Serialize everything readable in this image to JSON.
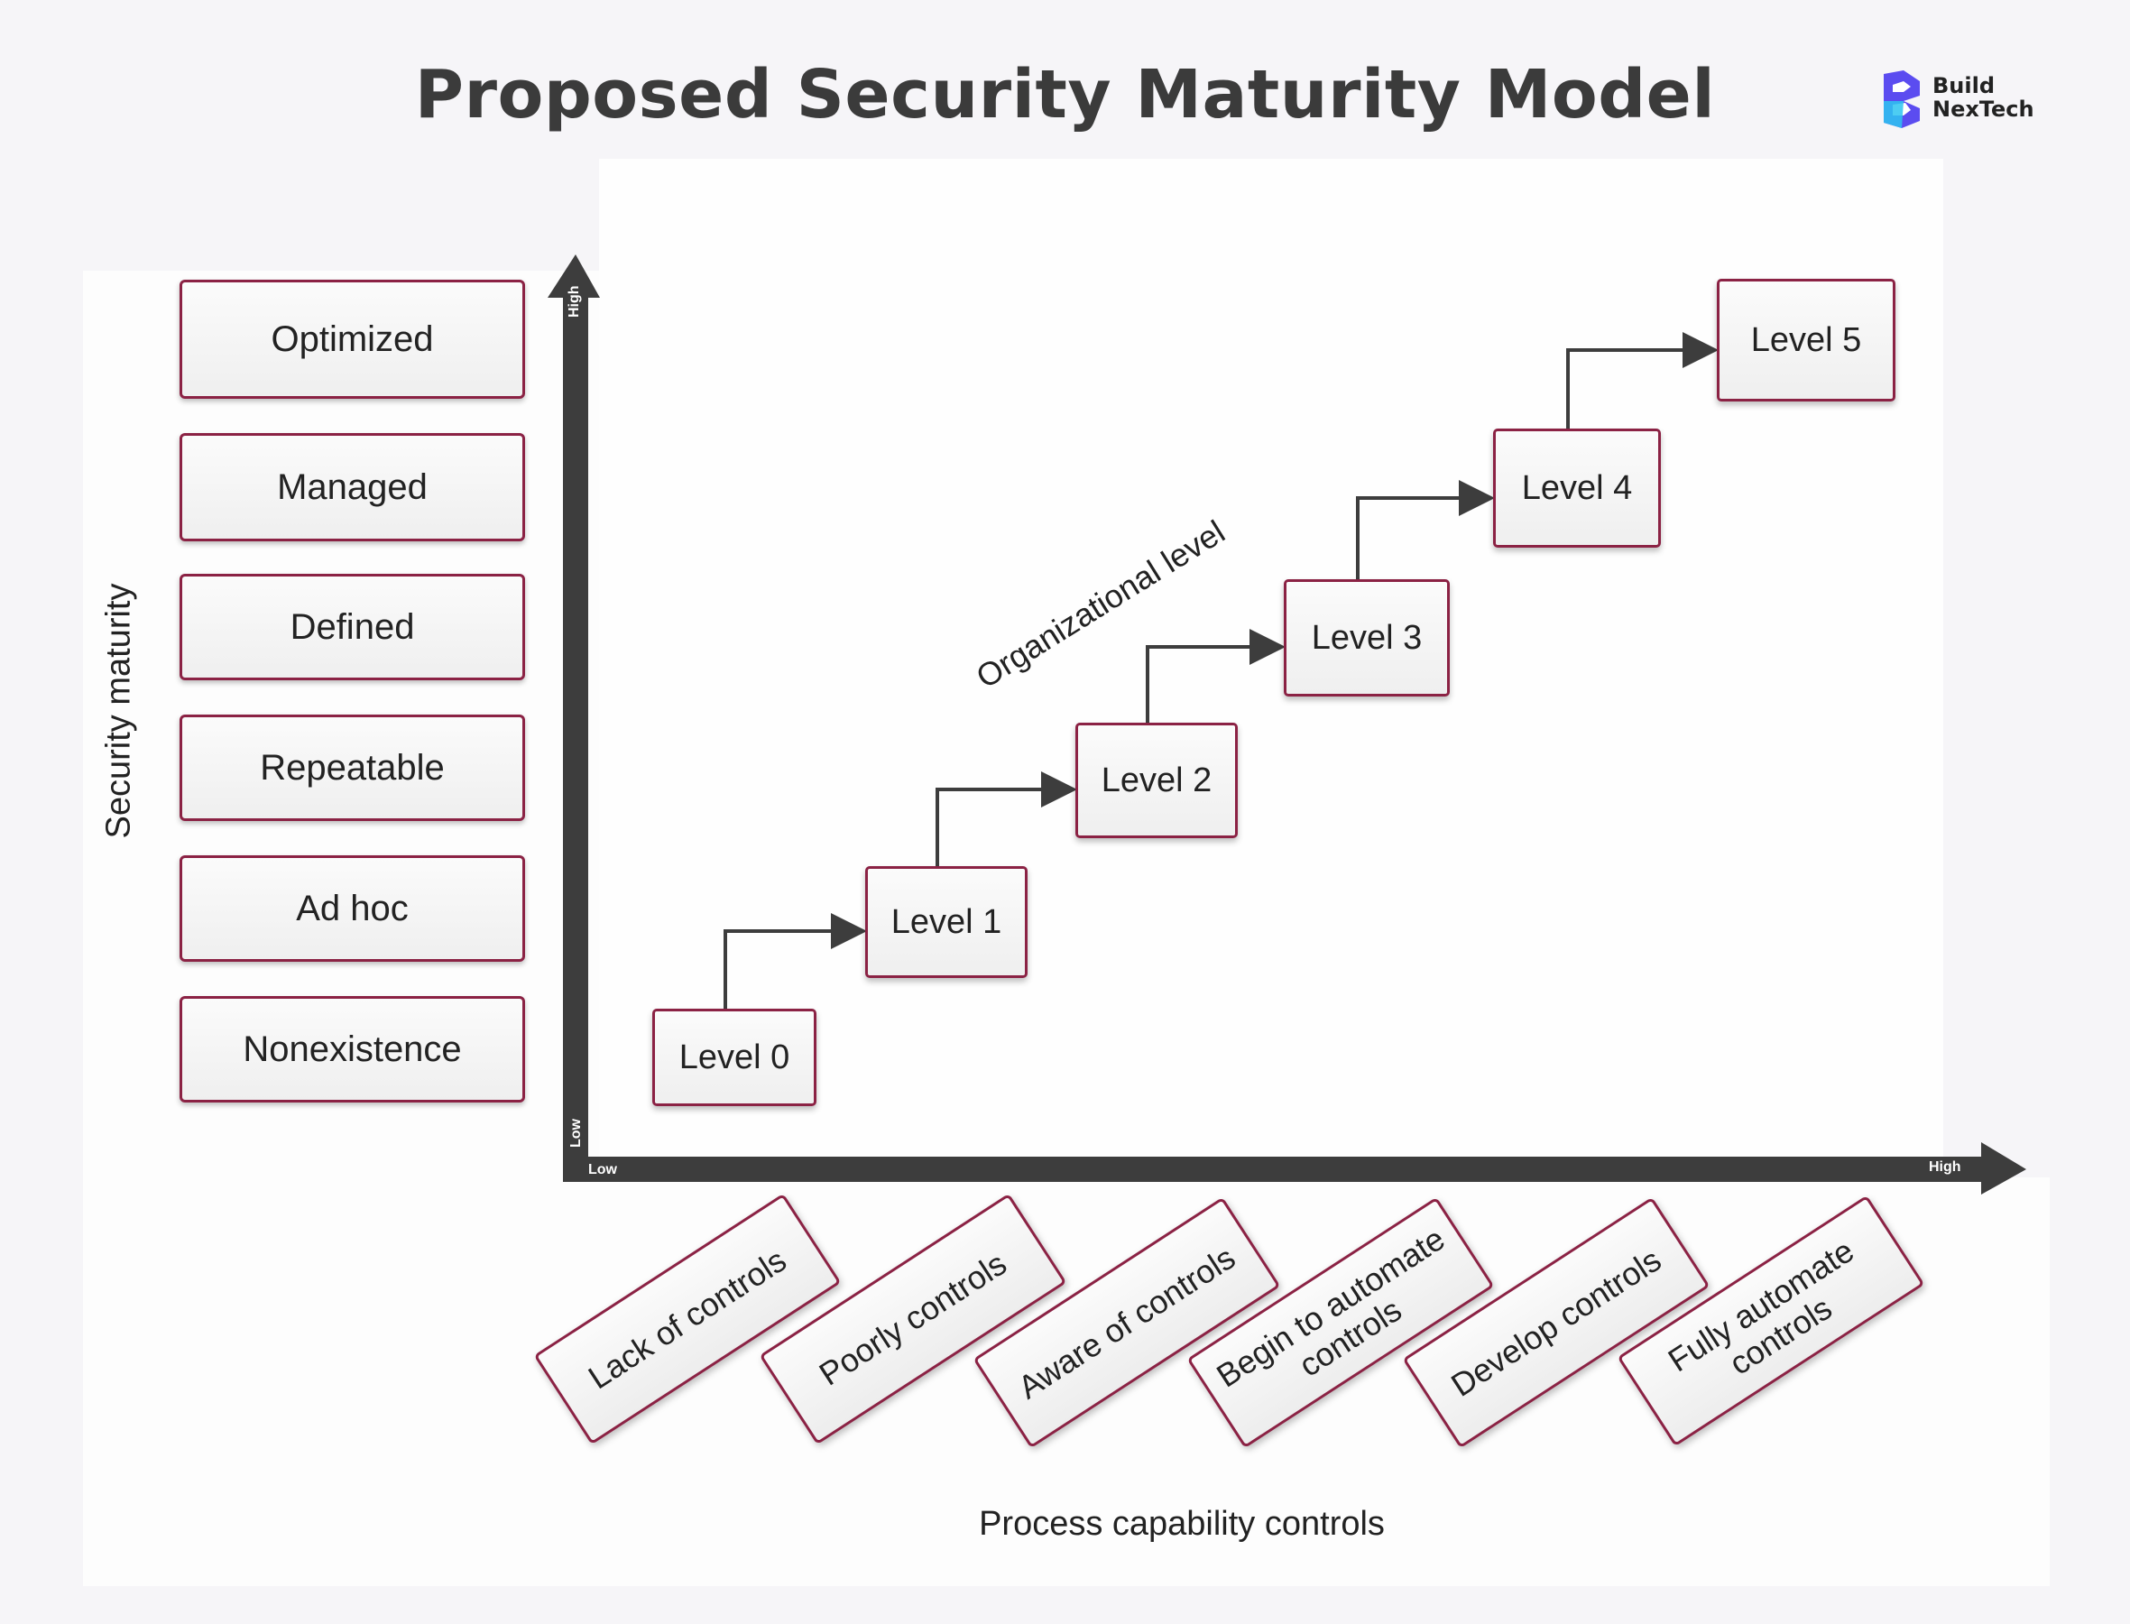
{
  "title": "Proposed Security Maturity Model",
  "logo": {
    "text": "Build\nNexTech",
    "icon": "bnt-logo-icon"
  },
  "y_axis": {
    "label": "Security maturity",
    "low": "Low",
    "high": "High"
  },
  "x_axis": {
    "label": "Process capability controls",
    "low": "Low",
    "high": "High"
  },
  "maturity_levels": [
    "Optimized",
    "Managed",
    "Defined",
    "Repeatable",
    "Ad hoc",
    "Nonexistence"
  ],
  "org_levels": [
    "Level 0",
    "Level 1",
    "Level 2",
    "Level 3",
    "Level 4",
    "Level 5"
  ],
  "org_label": "Organizational level",
  "controls": [
    "Lack of controls",
    "Poorly controls",
    "Aware of controls",
    "Begin to automate\ncontrols",
    "Develop controls",
    "Fully automate\ncontrols"
  ],
  "colors": {
    "border": "#8b2244",
    "axis": "#3d3d3d"
  }
}
